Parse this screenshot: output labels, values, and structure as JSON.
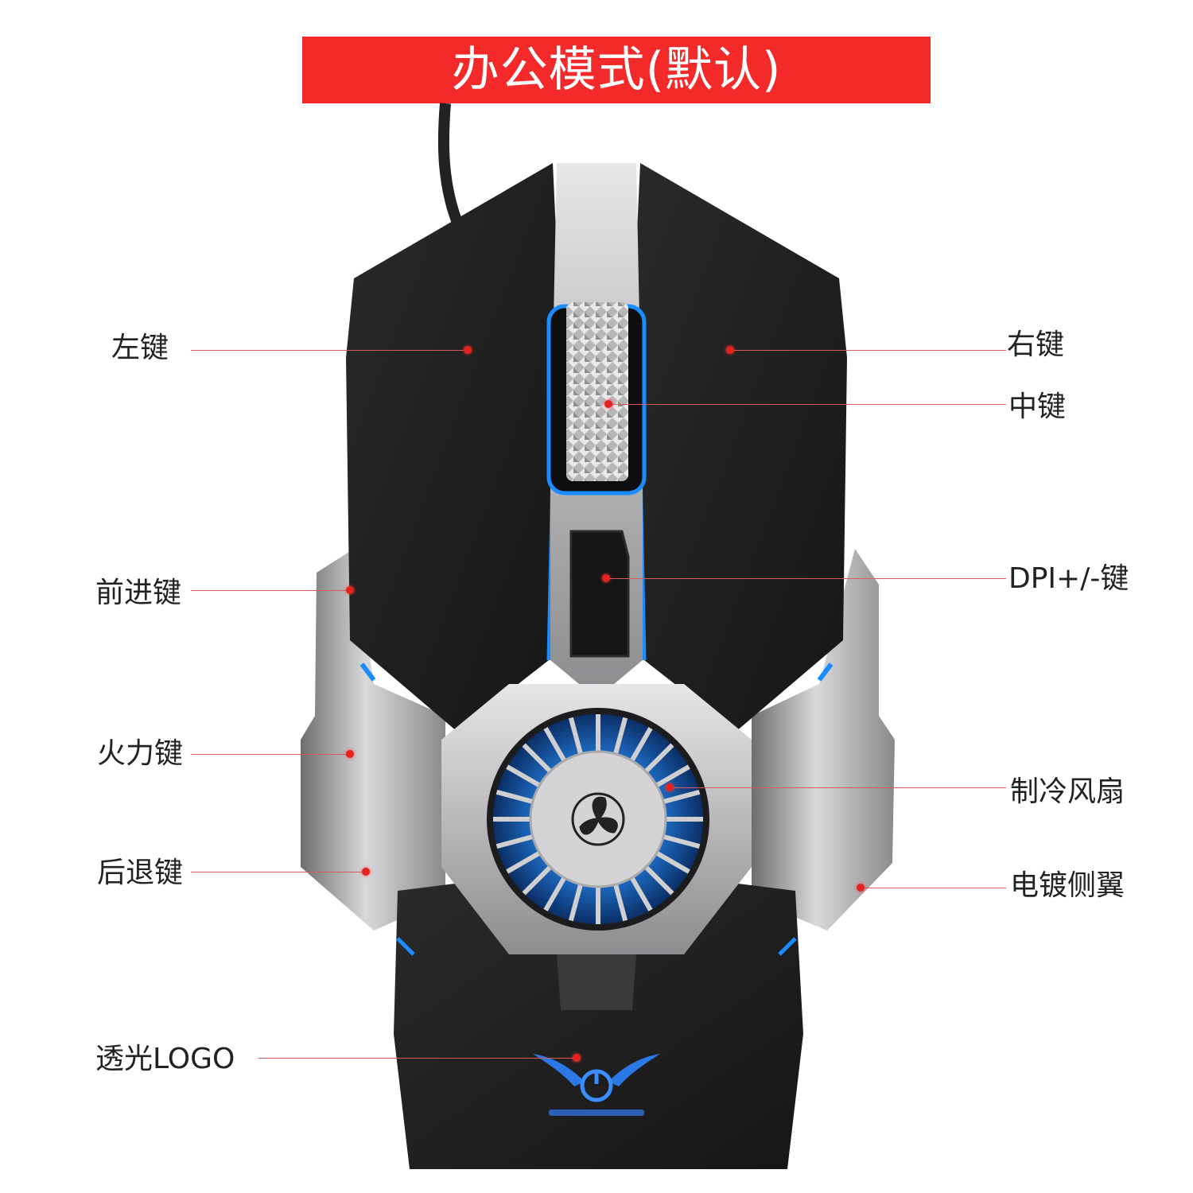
{
  "banner": {
    "title": "办公模式(默认)"
  },
  "callouts": {
    "left_button": "左键",
    "right_button": "右键",
    "middle_button": "中键",
    "forward_button": "前进键",
    "dpi_button": "DPI+/-键",
    "fire_button": "火力键",
    "cooling_fan": "制冷风扇",
    "back_button": "后退键",
    "plated_wings": "电镀侧翼",
    "logo": "透光LOGO"
  },
  "colors": {
    "banner": "#f42a2a",
    "callout": "#e4231f",
    "glow": "#1a8cff",
    "shell": "#1b1b1b",
    "chrome": "#b9b9bb"
  }
}
